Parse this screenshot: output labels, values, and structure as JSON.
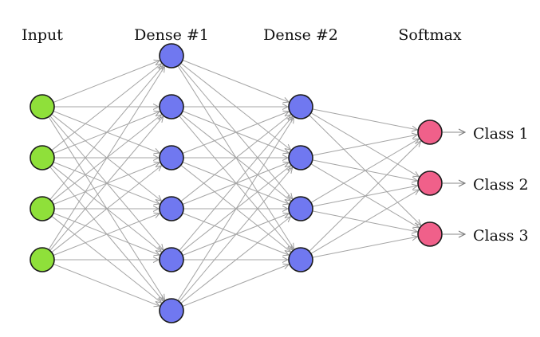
{
  "layers": [
    {
      "title": "Input",
      "units": 4,
      "color": "#8fe03a"
    },
    {
      "title": "Dense #1",
      "units": 6,
      "color": "#7078f0"
    },
    {
      "title": "Dense #2",
      "units": 4,
      "color": "#7078f0"
    },
    {
      "title": "Softmax",
      "units": 3,
      "color": "#f0608a"
    }
  ],
  "outputs": [
    "Class 1",
    "Class 2",
    "Class 3"
  ]
}
